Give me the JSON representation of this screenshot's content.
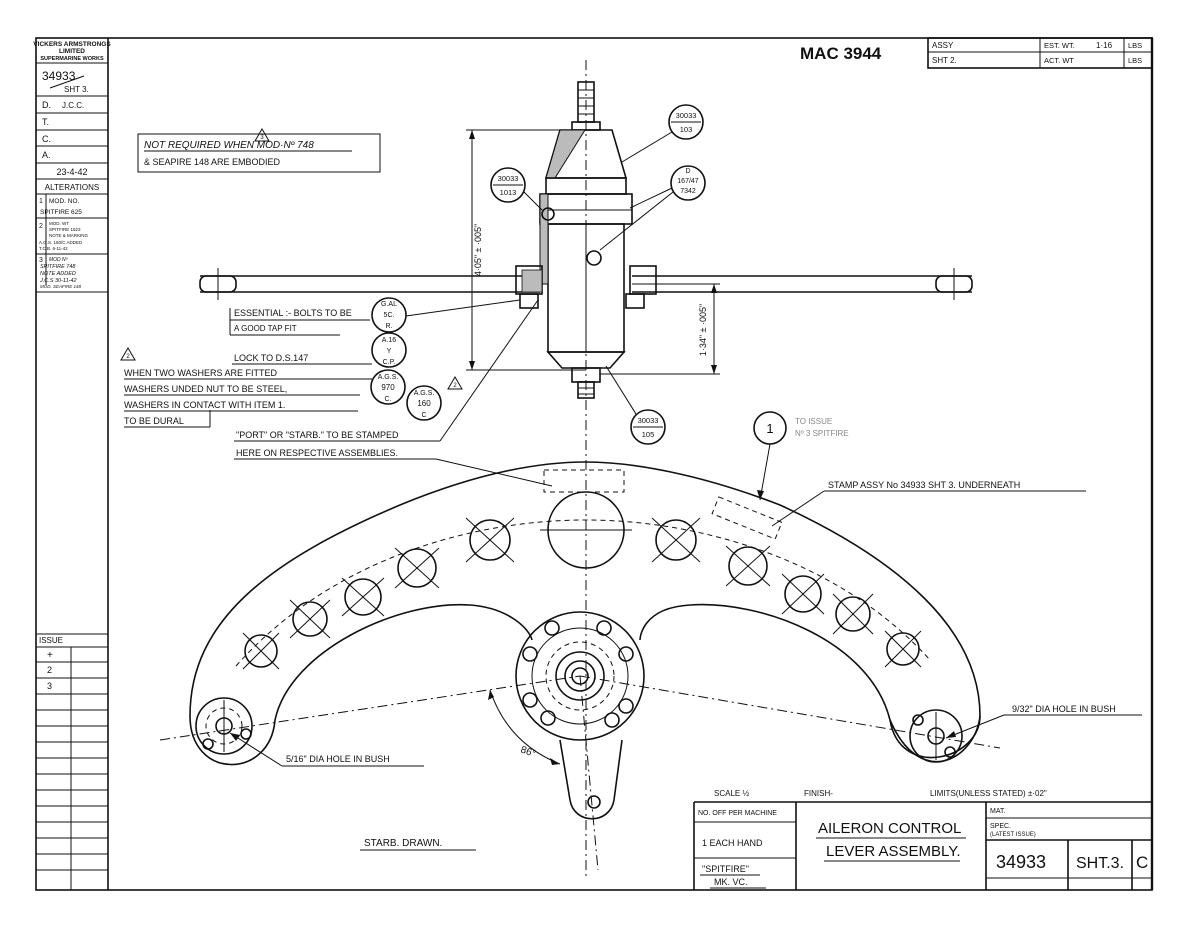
{
  "sheet_ref": "MAC 3944",
  "left_strip": {
    "company": [
      "VICKERS ARMSTRONGS",
      "LIMITED",
      "SUPERMARINE WORKS"
    ],
    "drawing_no": "34933",
    "sheet": "SHT 3.",
    "rows": [
      {
        "label": "D.",
        "value": "J.C.C."
      },
      {
        "label": "T.",
        "value": ""
      },
      {
        "label": "C.",
        "value": ""
      },
      {
        "label": "A.",
        "value": ""
      }
    ],
    "date": "23-4-42",
    "alterations_title": "ALTERATIONS",
    "alterations": [
      {
        "no": "1",
        "text": [
          "MOD. NO.",
          "SPITFIRE 625"
        ]
      },
      {
        "no": "2",
        "text": [
          "MOD. WT",
          "SPITFIRE 1523",
          "NOTE & MARKING",
          "A.G.S. 160/C ADDED",
          "T.C.B. 6-11-42"
        ]
      },
      {
        "no": "3",
        "text": [
          "MOD Nº",
          "SPITFIRE 748",
          "NOTE ADDED",
          "J.C.S 30-11-42",
          "MOD. SEAFIRE 148"
        ]
      }
    ],
    "issue_title": "ISSUE",
    "issues": [
      "+",
      "2",
      "3"
    ]
  },
  "top_right_box": {
    "assy_label": "ASSY",
    "sheet_label": "SHT 2.",
    "est_wt_label": "EST. WT.",
    "est_wt_value": "1·16",
    "act_wt_label": "ACT. WT",
    "unit": "LBS"
  },
  "notes": {
    "not_required": [
      "NOT REQUIRED WHEN MOD·Nº 748",
      "& SEAPIRE 148 ARE EMBODIED"
    ],
    "essential": [
      "ESSENTIAL :- BOLTS TO BE",
      "A GOOD TAP FIT"
    ],
    "lock": "LOCK TO D.S.147",
    "washers": [
      "WHEN TWO WASHERS ARE FITTED",
      "WASHERS UNDED NUT TO BE STEEL,",
      "WASHERS IN CONTACT WITH ITEM 1.",
      "TO BE DURAL"
    ],
    "stamp_port": [
      "\"PORT\" OR \"STARB.\" TO BE STAMPED",
      "HERE ON RESPECTIVE ASSEMBLIES."
    ],
    "stamp_assy": "STAMP ASSY No 34933 SHT 3. UNDERNEATH",
    "hole_right": "9/32\" DIA HOLE IN BUSH",
    "hole_left": "5/16\" DIA HOLE IN BUSH",
    "angle": "86°",
    "starb_drawn": "STARB. DRAWN.",
    "to_issue": [
      "TO ISSUE",
      "Nº 3 SPITFIRE"
    ]
  },
  "balloons": [
    {
      "id": "b30033-103",
      "lines": [
        "30033",
        "103"
      ]
    },
    {
      "id": "b30033-1013",
      "lines": [
        "30033",
        "1013"
      ]
    },
    {
      "id": "bD-167",
      "lines": [
        "D",
        "167/47",
        "7342"
      ]
    },
    {
      "id": "bGAL",
      "lines": [
        "G.AL",
        "5C.",
        "R."
      ]
    },
    {
      "id": "bA16",
      "lines": [
        "A.16",
        "Y",
        "C.P."
      ]
    },
    {
      "id": "bAGS970",
      "lines": [
        "A.G.S.",
        "970",
        "C."
      ]
    },
    {
      "id": "bAGS160",
      "lines": [
        "A.G.S.",
        "160",
        "C"
      ]
    },
    {
      "id": "b30033-105",
      "lines": [
        "30033",
        "105"
      ]
    },
    {
      "id": "item1",
      "lines": [
        "1"
      ]
    }
  ],
  "dimensions": {
    "height_total": "4·05\" ± ·005\"",
    "height_lower": "1·34\" ± ·005\""
  },
  "title_block": {
    "scale": "SCALE ½",
    "finish": "FINISH-",
    "limits": "LIMITS(UNLESS STATED) ±·02\"",
    "off_per_machine": "NO. OFF PER MACHINE",
    "each_hand": "1 EACH HAND",
    "aircraft": "\"SPITFIRE\"",
    "mark": "MK. VC.",
    "title_1": "AILERON CONTROL",
    "title_2": "LEVER ASSEMBLY.",
    "mat": "MAT.",
    "spec": "SPEC.",
    "spec_sub": "(LATEST ISSUE)",
    "drawing_no": "34933",
    "sheet": "SHT.3.",
    "issue_letter": "C"
  }
}
